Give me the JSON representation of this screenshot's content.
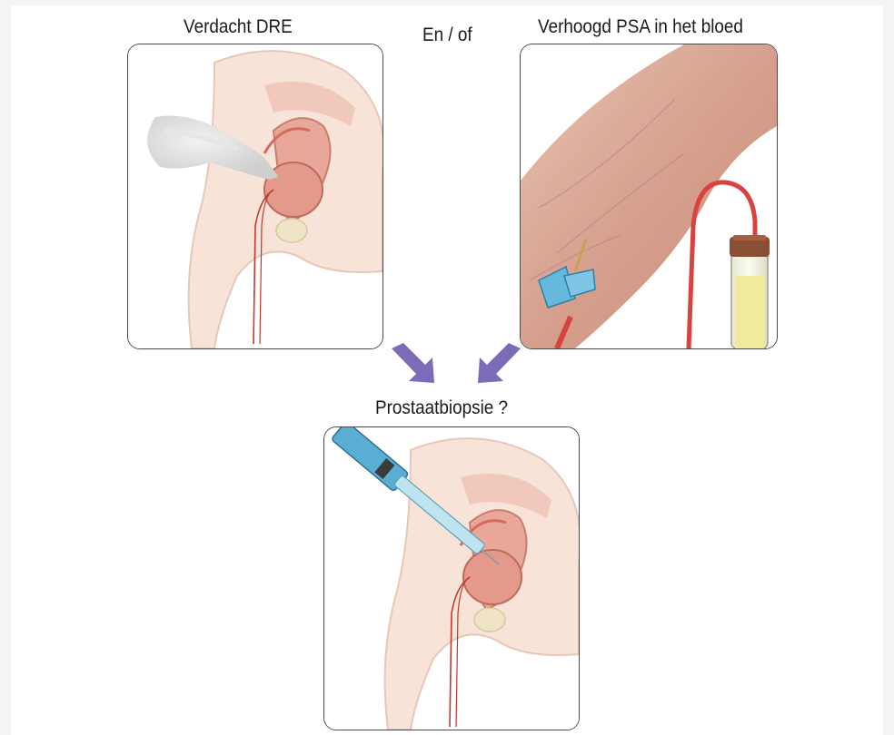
{
  "labels": {
    "dre": "Verdacht DRE",
    "connector": "En / of",
    "psa": "Verhoogd PSA in het bloed",
    "biopsy": "Prostaatbiopsie ?"
  },
  "colors": {
    "arrow": "#7b6bb8",
    "panel_border": "#4a4a4a",
    "tissue": "#f5ddd0",
    "organ": "#e8a193",
    "blood": "#d8423f",
    "needle_blue": "#5aaed4",
    "connector_blue": "#66b8dd",
    "skin": "#d9a896",
    "serum": "#f0eb9a"
  },
  "icons": [
    "down-right-arrow-icon",
    "down-left-arrow-icon"
  ]
}
